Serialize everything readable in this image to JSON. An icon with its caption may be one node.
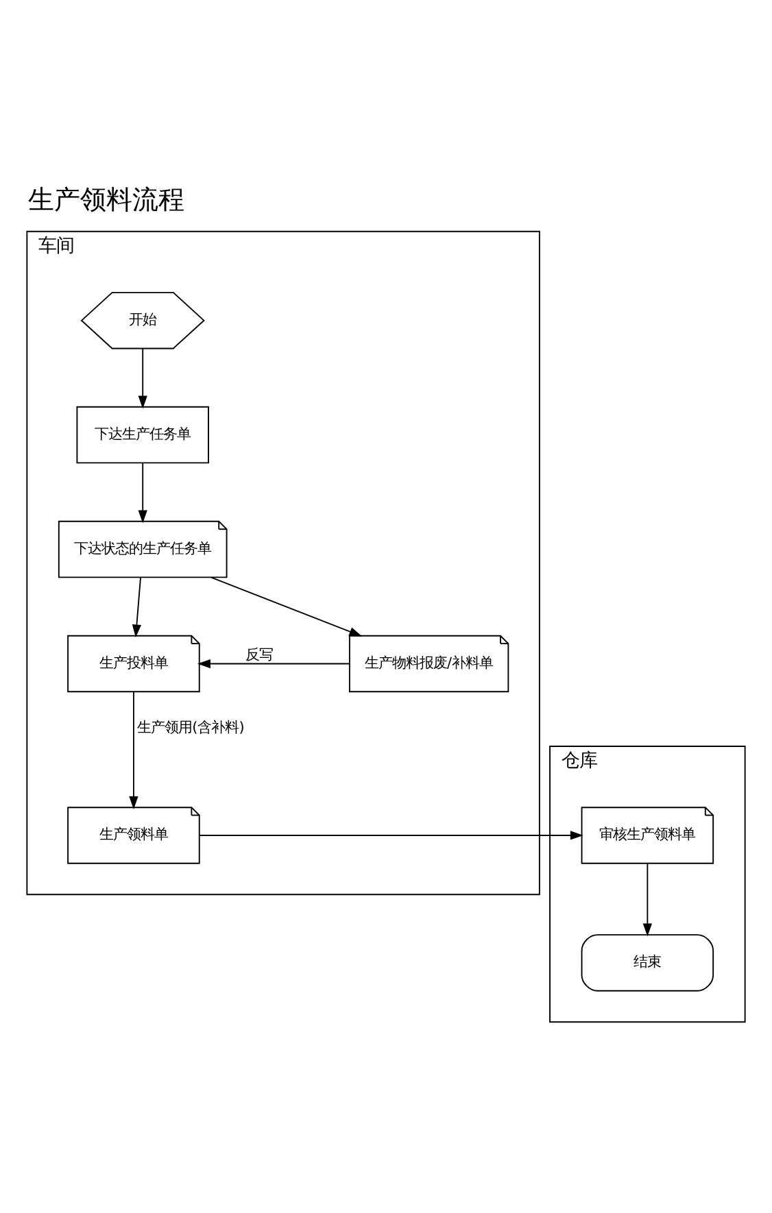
{
  "diagram": {
    "title": "生产领料流程",
    "nodes": [
      {
        "text": [
          "车间"
        ]
      },
      {
        "text": [
          "开始"
        ],
        "in": 0
      },
      {
        "text": [
          "下达生产任务单"
        ],
        "in": 0
      },
      {
        "text": [
          "下达状态的生产任务单"
        ],
        "in": 0
      },
      {
        "text": [
          "生产投料单"
        ],
        "in": 0
      },
      {
        "text": [
          "生产物料报废/补料单"
        ],
        "in": 0
      },
      {
        "text": [
          "生产领料单"
        ],
        "in": 0
      },
      {
        "text": [
          "仓库"
        ]
      },
      {
        "text": [
          "审核生产领料单"
        ],
        "in": 7
      },
      {
        "text": [
          "结束"
        ],
        "in": 7
      }
    ],
    "edges": [
      {
        "from": 1,
        "to": 2,
        "arrow": "to"
      },
      {
        "from": 2,
        "to": 3,
        "arrow": "to"
      },
      {
        "from": 3,
        "to": 4,
        "arrow": "to"
      },
      {
        "from": 3,
        "to": 5,
        "arrow": "to"
      },
      {
        "from": 5,
        "to": 4,
        "arrow": "to",
        "label": "反写"
      },
      {
        "from": 4,
        "to": 6,
        "arrow": "to",
        "label": "生产领用(含补料)"
      },
      {
        "from": 6,
        "to": 8,
        "arrow": "to"
      },
      {
        "from": 8,
        "to": 9,
        "arrow": "to"
      }
    ]
  }
}
